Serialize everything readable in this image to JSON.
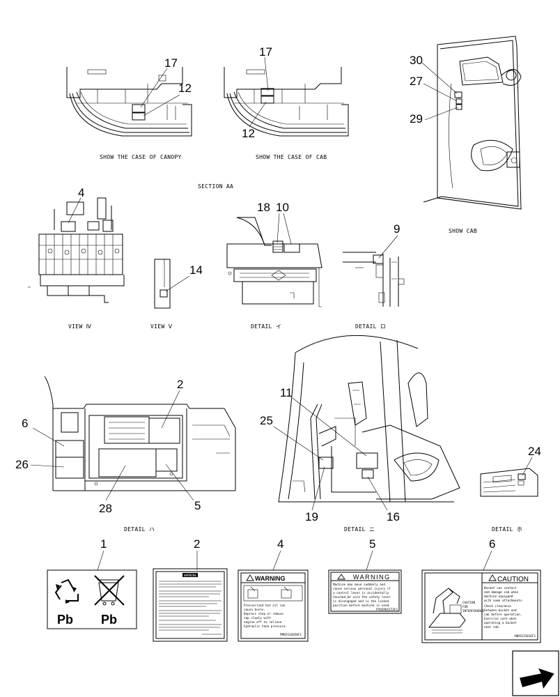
{
  "captions": {
    "canopy": "SHOW THE CASE OF CANOPY",
    "cab": "SHOW THE CASE OF CAB",
    "section_aa": "SECTION AA",
    "show_cab": "SHOW CAB",
    "view_4": "VIEW Ⅳ",
    "view_5": "VIEW Ⅴ",
    "detail_i": "DETAIL イ",
    "detail_ro": "DETAIL ロ",
    "detail_ha": "DETAIL ハ",
    "detail_ni": "DETAIL ニ",
    "detail_ho": "DETAIL ホ"
  },
  "callouts": {
    "c17a": "17",
    "c12a": "12",
    "c17b": "17",
    "c12b": "12",
    "c30": "30",
    "c27": "27",
    "c29": "29",
    "c4": "4",
    "c14": "14",
    "c18": "18",
    "c10": "10",
    "c9": "9",
    "c2": "2",
    "c6": "6",
    "c26": "26",
    "c28": "28",
    "c5": "5",
    "c11": "11",
    "c25": "25",
    "c19": "19",
    "c16": "16",
    "c24": "24",
    "d1": "1",
    "d2": "2",
    "d4": "4",
    "d5": "5",
    "d6": "6"
  },
  "decals": {
    "pb_left": "Pb",
    "pb_right": "Pb",
    "warning": "WARNING",
    "caution": "CAUTION",
    "d2_header": "WARNING",
    "d4_lines": [
      "Pressurized hot oil can",
      "cause burns.",
      "Depress step or remove",
      "cap slowly with",
      "engine off to relieve",
      "hydraulic tank pressure."
    ],
    "d4_code": "PM05S16050F1",
    "d5_lines": [
      "Machine may move suddenly and",
      "cause serious personal injury if",
      "a control lever is accidentally",
      "touched,be sure the safety lever",
      "is disengaged and is the locked",
      "position before machine is used."
    ],
    "d5_code": "PY05P01573F1",
    "d6_side": [
      "CAUTION",
      "FOR",
      "INTERFERENCE"
    ],
    "d6_lines": [
      "Bucket can contact",
      "and damage cab when",
      "machine equipped",
      "with some attachments.",
      "Check clearance",
      "between bucket and",
      "cab before operation.",
      "Exercise care when",
      "operating a bucket",
      "near cab."
    ],
    "d6_code": "YN05S15016F1"
  },
  "icons": [
    "recycle-icon",
    "crossed-bin-icon",
    "warning-triangle-icon",
    "next-page-arrow-icon"
  ]
}
